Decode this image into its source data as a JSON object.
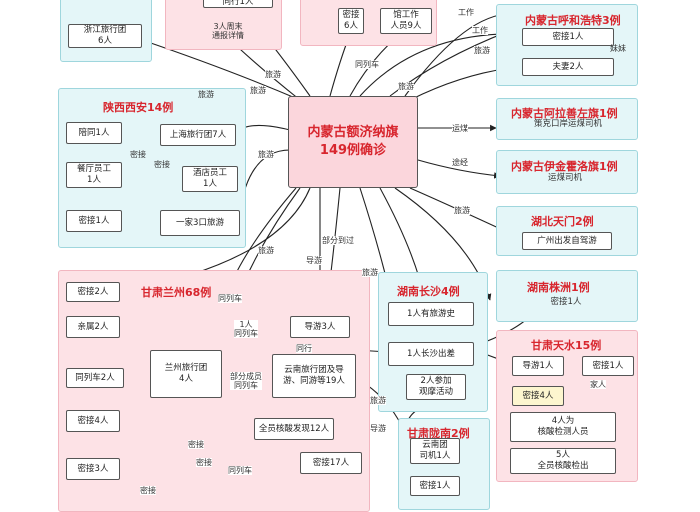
{
  "hub": {
    "label": "内蒙古额济纳旗\n149例确诊"
  },
  "regions": [
    {
      "id": "huhehaote",
      "title": "内蒙古呼和浩特3例"
    },
    {
      "id": "alashan",
      "title": "内蒙古阿拉善左旗1例"
    },
    {
      "id": "huolinguole",
      "title": "内蒙古伊金霍洛旗1例"
    },
    {
      "id": "shaanxi",
      "title": "陕西西安14例"
    },
    {
      "id": "hubei",
      "title": "湖北天门2例"
    },
    {
      "id": "lanzhou",
      "title": "甘肃兰州68例"
    },
    {
      "id": "changsha",
      "title": "湖南长沙4例"
    },
    {
      "id": "zhuzhou",
      "title": "湖南株洲1例"
    },
    {
      "id": "tianshui",
      "title": "甘肃天水15例"
    },
    {
      "id": "longnan",
      "title": "甘肃陇南2例"
    }
  ],
  "nodes": [
    {
      "id": "zhejiang",
      "label": "浙江旅行团\n6人"
    },
    {
      "id": "tongxing1",
      "label": "同行1人"
    },
    {
      "id": "tongbao",
      "label": "3人周末\n通报详情"
    },
    {
      "id": "mijie6",
      "label": "密接\n6人"
    },
    {
      "id": "guanren",
      "label": "馆工作\n人员9人"
    },
    {
      "id": "hh_mj1",
      "label": "密接1人"
    },
    {
      "id": "hh_fq2",
      "label": "夫妻2人"
    },
    {
      "id": "alashan_n",
      "label": "策克口岸运煤司机"
    },
    {
      "id": "huoling_n",
      "label": "运煤司机"
    },
    {
      "id": "xa_pt",
      "label": "陪同1人"
    },
    {
      "id": "xa_sh",
      "label": "上海旅行团7人"
    },
    {
      "id": "xa_ct",
      "label": "餐厅员工\n1人"
    },
    {
      "id": "xa_jd",
      "label": "酒店员工\n1人"
    },
    {
      "id": "xa_mj",
      "label": "密接1人"
    },
    {
      "id": "xa_yj",
      "label": "一家3口旅游"
    },
    {
      "id": "hb_n",
      "label": "广州出发自驾游"
    },
    {
      "id": "lz_mj2",
      "label": "密接2人"
    },
    {
      "id": "lz_qs",
      "label": "亲属2人"
    },
    {
      "id": "lz_tlc",
      "label": "同列车2人"
    },
    {
      "id": "lz_mj4",
      "label": "密接4人"
    },
    {
      "id": "lz_mj3",
      "label": "密接3人"
    },
    {
      "id": "lz_tuan",
      "label": "兰州旅行团\n4人"
    },
    {
      "id": "lz_dy3",
      "label": "导游3人"
    },
    {
      "id": "lz_yn",
      "label": "云南旅行团及导\n游、同游等19人"
    },
    {
      "id": "lz_qs12",
      "label": "全员核酸发现12人"
    },
    {
      "id": "lz_mj17",
      "label": "密接17人"
    },
    {
      "id": "cs_ly",
      "label": "1人有旅游史"
    },
    {
      "id": "cs_cc",
      "label": "1人长沙出差"
    },
    {
      "id": "cs_gm",
      "label": "2人参加\n观摩活动"
    },
    {
      "id": "zz_mj",
      "label": "密接1人"
    },
    {
      "id": "ts_dy",
      "label": "导游1人"
    },
    {
      "id": "ts_mj1",
      "label": "密接1人"
    },
    {
      "id": "ts_mj4",
      "label": "密接4人"
    },
    {
      "id": "ts_hs",
      "label": "4人为\n核酸检测人员"
    },
    {
      "id": "ts_5r",
      "label": "5人\n全员核酸检出"
    },
    {
      "id": "ln_sj",
      "label": "云南团\n司机1人"
    },
    {
      "id": "ln_mj",
      "label": "密接1人"
    }
  ],
  "edge_labels": [
    {
      "id": "l1",
      "text": "旅游"
    },
    {
      "id": "l2",
      "text": "旅游"
    },
    {
      "id": "l3",
      "text": "旅游"
    },
    {
      "id": "l4",
      "text": "同列车"
    },
    {
      "id": "l5",
      "text": "旅游"
    },
    {
      "id": "l6",
      "text": "工作"
    },
    {
      "id": "l7",
      "text": "工作"
    },
    {
      "id": "l8",
      "text": "旅游"
    },
    {
      "id": "l9",
      "text": "妹妹"
    },
    {
      "id": "l10",
      "text": "运煤"
    },
    {
      "id": "l11",
      "text": "途经"
    },
    {
      "id": "l12",
      "text": "旅游"
    },
    {
      "id": "l13",
      "text": "旅游"
    },
    {
      "id": "l14",
      "text": "密接"
    },
    {
      "id": "l15",
      "text": "密接"
    },
    {
      "id": "l16",
      "text": "旅游"
    },
    {
      "id": "l17",
      "text": "部分到过"
    },
    {
      "id": "l18",
      "text": "导游"
    },
    {
      "id": "l19",
      "text": "旅游"
    },
    {
      "id": "l20",
      "text": "同列车"
    },
    {
      "id": "l21",
      "text": "1人\n同列车"
    },
    {
      "id": "l22",
      "text": "同行"
    },
    {
      "id": "l23",
      "text": "部分成员\n同列车"
    },
    {
      "id": "l24",
      "text": "旅游"
    },
    {
      "id": "l25",
      "text": "导游"
    },
    {
      "id": "l26",
      "text": "家人"
    },
    {
      "id": "l27",
      "text": "密接"
    },
    {
      "id": "l28",
      "text": "密接"
    },
    {
      "id": "l29",
      "text": "同列车"
    },
    {
      "id": "l30",
      "text": "密接"
    }
  ]
}
